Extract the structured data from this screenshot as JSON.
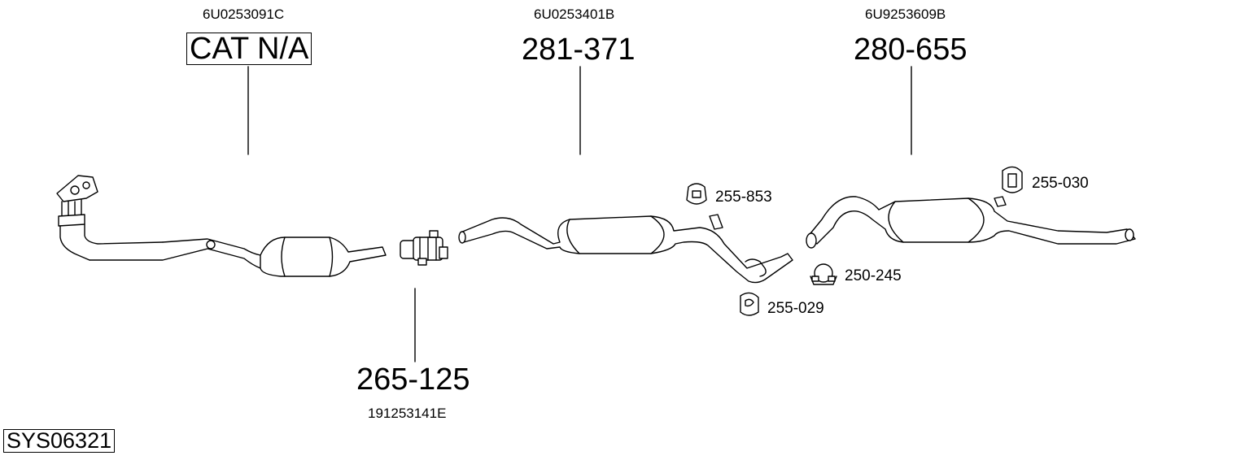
{
  "parts": {
    "cat": {
      "oe": "6U0253091C",
      "code": "CAT N/A"
    },
    "middle": {
      "oe": "6U0253401B",
      "code": "281-371"
    },
    "rear": {
      "oe": "6U9253609B",
      "code": "280-655"
    },
    "connector": {
      "oe": "191253141E",
      "code": "265-125"
    }
  },
  "accessories": {
    "hanger_a": "255-853",
    "hanger_b": "255-030",
    "clamp": "250-245",
    "hanger_c": "255-029"
  },
  "system_id": "SYS06321"
}
